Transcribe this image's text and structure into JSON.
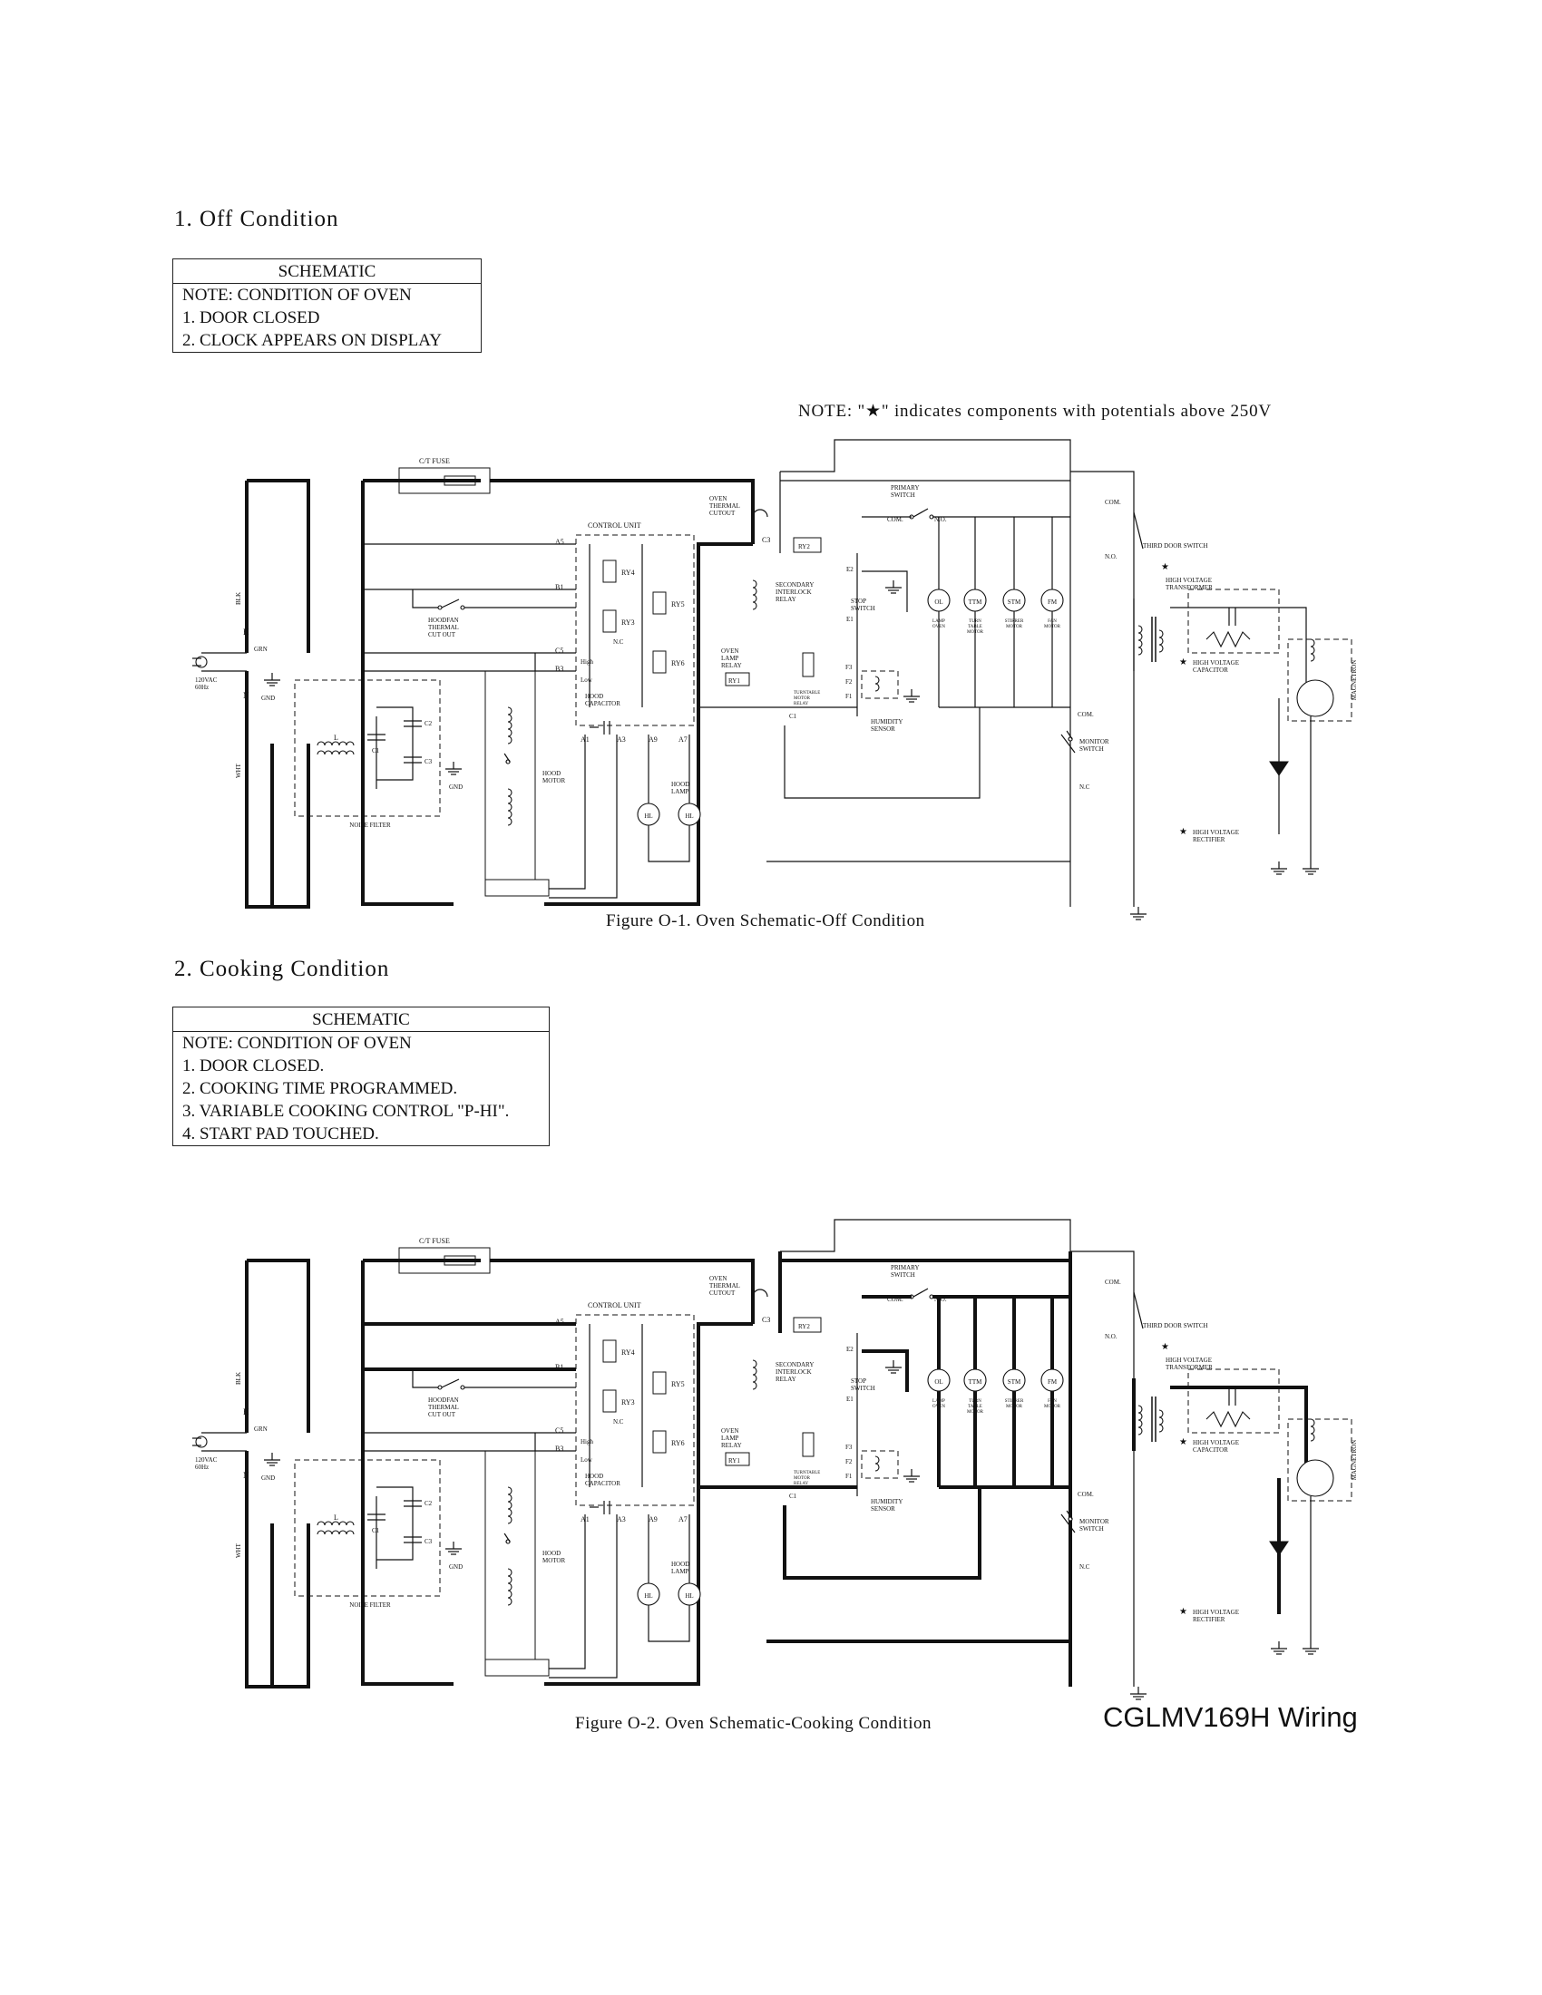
{
  "section1": {
    "heading": "1. Off Condition",
    "box": {
      "header": "SCHEMATIC",
      "lines": [
        "NOTE: CONDITION OF OVEN",
        "1. DOOR CLOSED",
        "2. CLOCK APPEARS ON DISPLAY"
      ]
    },
    "warning": "NOTE: \"★\" indicates components with potentials above 250V",
    "caption": "Figure O-1. Oven Schematic-Off Condition"
  },
  "section2": {
    "heading": "2. Cooking Condition",
    "box": {
      "header": "SCHEMATIC",
      "lines": [
        "NOTE: CONDITION OF OVEN",
        "1. DOOR CLOSED.",
        "2. COOKING TIME PROGRAMMED.",
        "3. VARIABLE COOKING CONTROL \"P-HI\".",
        "4. START PAD TOUCHED."
      ]
    },
    "caption": "Figure O-2. Oven Schematic-Cooking Condition"
  },
  "doc_title": "CGLMV169H Wiring",
  "schematic_labels": {
    "ct_fuse": "C/T FUSE",
    "oven_thermal_cutout": [
      "OVEN",
      "THERMAL",
      "CUTOUT"
    ],
    "control_unit": "CONTROL UNIT",
    "primary_switch": [
      "PRIMARY",
      "SWITCH"
    ],
    "com": "COM.",
    "no": "N.O.",
    "nc": "N.C",
    "third_door_switch": "THIRD DOOR SWITCH",
    "high_voltage_transformer": [
      "HIGH VOLTAGE",
      "TRANSFORMER"
    ],
    "high_voltage_capacitor": [
      "HIGH VOLTAGE",
      "CAPACITOR"
    ],
    "high_voltage_rectifier": [
      "HIGH VOLTAGE",
      "RECTIFIER"
    ],
    "magnetron": "MAGNETRON",
    "monitor_switch": [
      "MONITOR",
      "SWITCH"
    ],
    "secondary_interlock_relay": [
      "SECONDARY",
      "INTERLOCK",
      "RELAY"
    ],
    "stop_switch": [
      "STOP",
      "SWITCH"
    ],
    "oven_lamp_relay": [
      "OVEN",
      "LAMP",
      "RELAY"
    ],
    "turntable_motor_relay": [
      "TURNTABLE",
      "MOTOR",
      "RELAY"
    ],
    "humidity_sensor": [
      "HUMIDITY",
      "SENSOR"
    ],
    "hood_capacitor": [
      "HOOD",
      "CAPACITOR"
    ],
    "hood_motor": [
      "HOOD",
      "MOTOR"
    ],
    "hood_lamp": [
      "HOOD",
      "LAMP"
    ],
    "hoodfan_thermal_cutout": [
      "HOODFAN",
      "THERMAL",
      "CUT OUT"
    ],
    "noise_filter": "NOISE FILTER",
    "supply": [
      "120VAC",
      "60Hz"
    ],
    "blk": "BLK",
    "wht": "WHT",
    "grn": "GRN",
    "gnd": "GND",
    "high": "High",
    "low": "Low",
    "motors": [
      "OL",
      "TTM",
      "STM",
      "FM"
    ],
    "motor_names": [
      "LAMP OVEN",
      "TURN TABLE MOTOR",
      "STIRRER MOTOR",
      "FAN MOTOR"
    ],
    "relays": [
      "RY1",
      "RY2",
      "RY3",
      "RY4",
      "RY5",
      "RY6"
    ],
    "hood_lamps": [
      "HL",
      "HL"
    ],
    "terminals": [
      "A5",
      "B1",
      "C5",
      "B3",
      "A1",
      "A3",
      "A9",
      "A7",
      "C3",
      "E2",
      "E1",
      "F3",
      "F2",
      "F1",
      "C1"
    ],
    "caps": [
      "C1",
      "C2",
      "C3"
    ],
    "coil_l": "L",
    "coil_h": "H",
    "coil_n": "N"
  }
}
